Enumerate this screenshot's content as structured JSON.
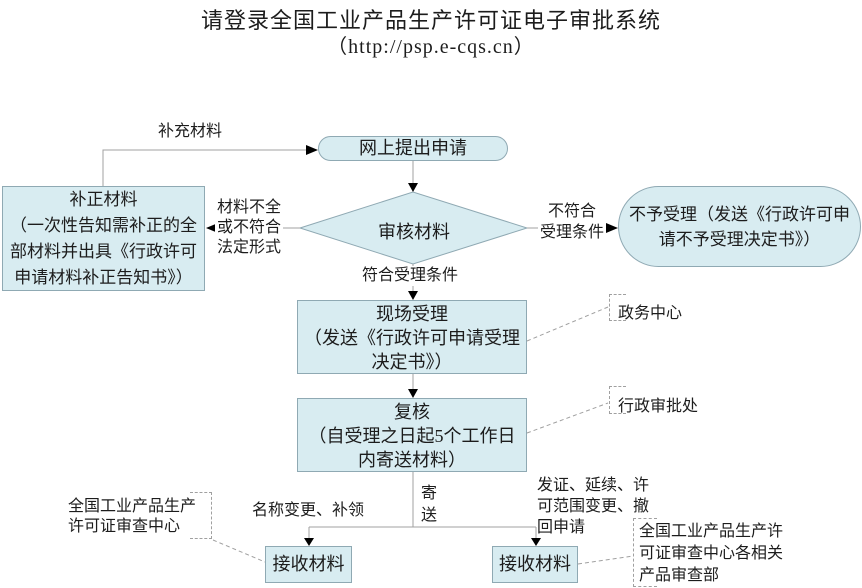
{
  "title": {
    "line1": "请登录全国工业产品生产许可证电子审批系统",
    "line2": "（http://psp.e-cqs.cn）"
  },
  "nodes": {
    "online_apply": "网上提出申请",
    "supplement": "补正材料\n（一次性告知需补正的全\n部材料并出具《行政许可\n申请材料补正告知书》）",
    "review": "审核材料",
    "reject": "不予受理（发送《行政许可申\n请不予受理决定书》）",
    "onsite": "现场受理\n（发送《行政许可申请受理\n决定书》）",
    "recheck": "复核\n（自受理之日起5个工作日\n内寄送材料）",
    "receive_left": "接收材料",
    "receive_right": "接收材料"
  },
  "edge_labels": {
    "supplement_materials": "补充材料",
    "incomplete": "材料不全\n或不符合\n法定形式",
    "not_meet": "不符合\n受理条件",
    "meet": "符合受理条件",
    "send": "寄\n送",
    "name_change": "名称变更、补领",
    "issue_renew": "发证、延续、许\n可范围变更、撤\n回申请"
  },
  "annotations": {
    "gov_center": "政务中心",
    "admin_approval": "行政审批处",
    "review_center": "全国工业产品生产\n许可证审查中心",
    "product_depts": "全国工业产品生产许\n可证审查中心各相关\n产品审查部"
  },
  "colors": {
    "node_fill": "#d8ecf1",
    "node_border": "#8fa9b3",
    "line": "#a0a0a0",
    "arrow": "#000000",
    "text": "#1c1c1c",
    "background": "#ffffff"
  }
}
